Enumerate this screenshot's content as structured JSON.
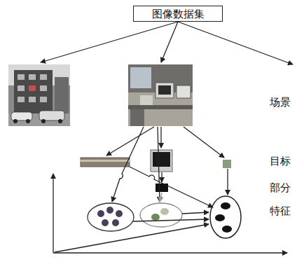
{
  "diagram": {
    "nodes": [
      {
        "text": [
          "图像数据集"
        ]
      }
    ],
    "labels": [
      "场景",
      "目标",
      "部分",
      "特征"
    ]
  }
}
